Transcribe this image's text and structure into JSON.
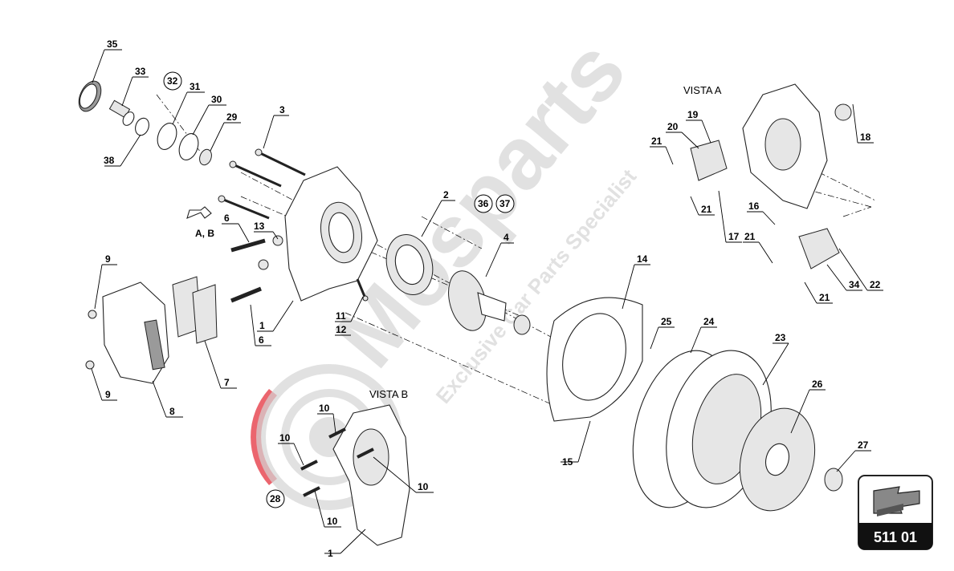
{
  "diagram": {
    "view_labels": {
      "vista_a": "VISTA A",
      "vista_b": "VISTA B"
    },
    "arrow_note": "A, B",
    "watermark": {
      "brand": "Mosparts",
      "tagline": "Exclusive Car Parts Specialist"
    },
    "badge": {
      "code": "511 01"
    },
    "callouts": {
      "c35": "35",
      "c33": "33",
      "c32": "32",
      "c31": "31",
      "c30": "30",
      "c29": "29",
      "c38": "38",
      "c3": "3",
      "c2": "2",
      "c36": "36",
      "c37": "37",
      "c4": "4",
      "c6a": "6",
      "c13": "13",
      "c6b": "6",
      "c9a": "9",
      "c9b": "9",
      "c1a": "1",
      "c11": "11",
      "c12": "12",
      "c7": "7",
      "c8": "8",
      "c14": "14",
      "c25": "25",
      "c24": "24",
      "c23": "23",
      "c26": "26",
      "c27": "27",
      "c15": "15",
      "c10a": "10",
      "c10b": "10",
      "c10c": "10",
      "c10d": "10",
      "c28": "28",
      "c1b": "1",
      "c19": "19",
      "c20": "20",
      "c21a": "21",
      "c21b": "21",
      "c16": "16",
      "c17": "17",
      "c21c": "21",
      "c22": "22",
      "c34": "34",
      "c21d": "21",
      "c18": "18"
    },
    "colors": {
      "ink": "#000000",
      "watermark_red": "#e84a55",
      "watermark_grey": "#c9c9c9"
    }
  }
}
